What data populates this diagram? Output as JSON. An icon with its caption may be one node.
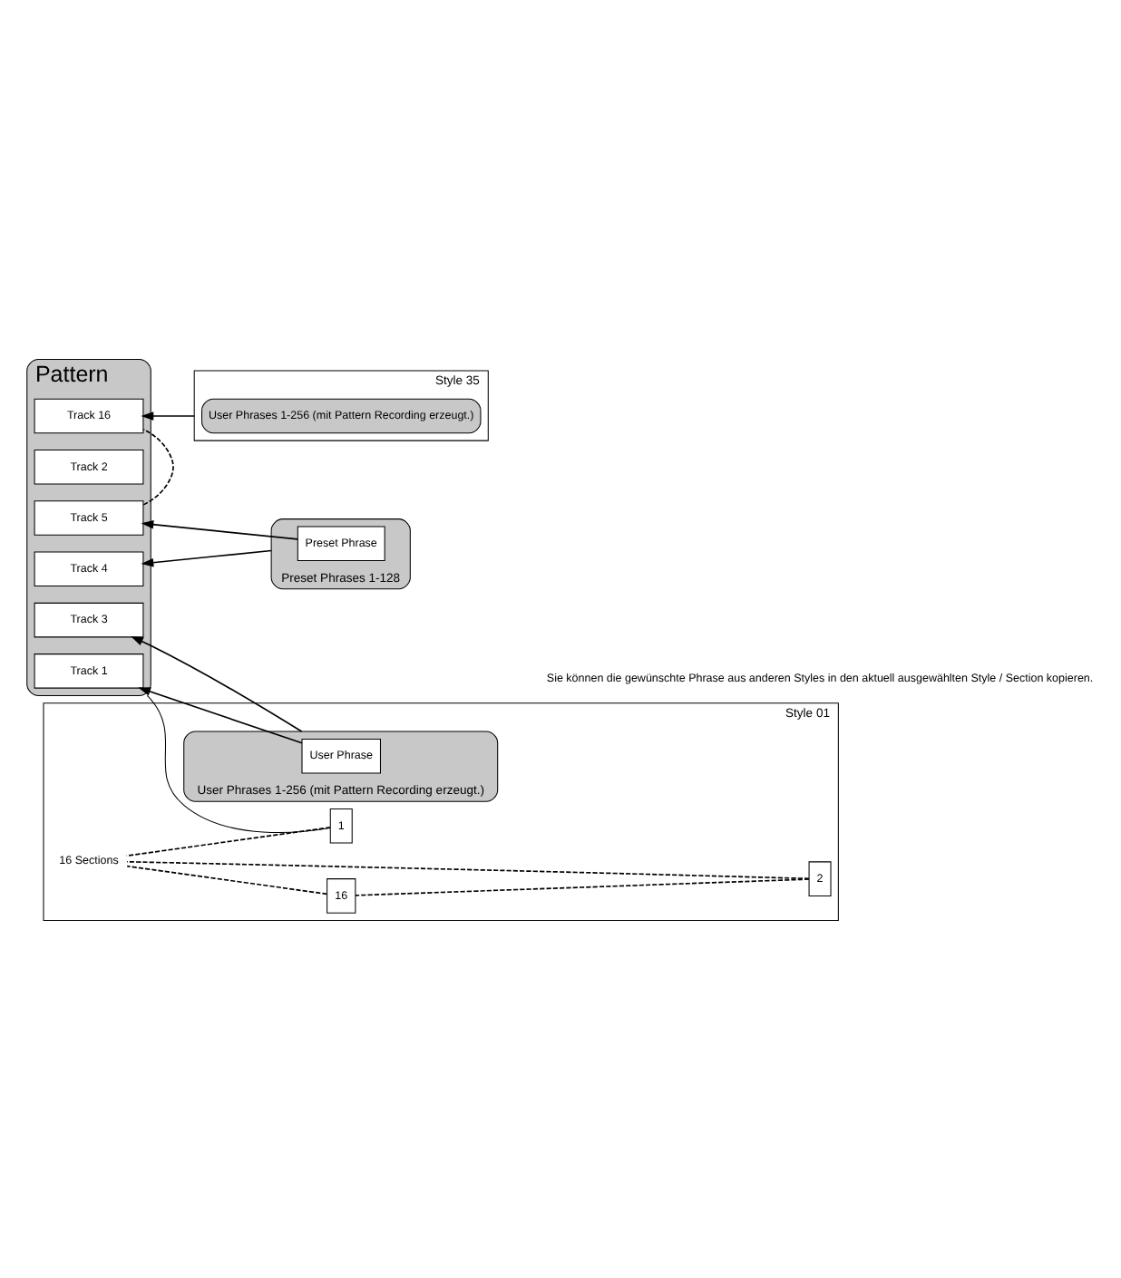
{
  "diagram": {
    "nodes": [
      {
        "text": [
          "Style 35"
        ]
      },
      {
        "text": [
          "User Phrases 1-256 (mit Pattern Recording erzeugt.)"
        ],
        "in": 0
      },
      {
        "text": [
          "Style 01"
        ]
      },
      {
        "text": [
          "1"
        ],
        "in": 2
      },
      {
        "text": [
          "2"
        ],
        "in": 2
      },
      {
        "text": [
          "16"
        ],
        "in": 2
      },
      {
        "text": [
          "16 Sections"
        ],
        "in": 2
      },
      {
        "text": [
          "User Phrases 1-256 (mit Pattern Recording erzeugt.)"
        ],
        "in": 2
      },
      {
        "text": [
          "User Phrase"
        ],
        "in": 7
      },
      {
        "text": [
          "Pattern"
        ]
      },
      {
        "text": [
          "Track 1"
        ],
        "in": 9
      },
      {
        "text": [
          "Track 2"
        ],
        "in": 9
      },
      {
        "text": [
          "Track 3"
        ],
        "in": 9
      },
      {
        "text": [
          "Track 4"
        ],
        "in": 9
      },
      {
        "text": [
          "Track 5"
        ],
        "in": 9
      },
      {
        "text": [
          "Track 16"
        ],
        "in": 9
      },
      {
        "text": [
          "Preset Phrases 1-128"
        ]
      },
      {
        "text": [
          "Preset Phrase"
        ],
        "in": 16
      }
    ],
    "edges": [
      {
        "from": 4,
        "to": 5,
        "arrow": "none",
        "style": "dashed"
      },
      {
        "from": 3,
        "to": 6,
        "arrow": "none",
        "style": "dashed"
      },
      {
        "from": 4,
        "to": 6,
        "arrow": "none",
        "style": "dashed"
      },
      {
        "from": 5,
        "to": 6,
        "arrow": "none",
        "style": "dashed"
      },
      {
        "from": 3,
        "to": 9,
        "arrow": "none"
      },
      {
        "from": 8,
        "to": 10,
        "arrow": "to"
      },
      {
        "from": 7,
        "to": 12,
        "arrow": "to"
      },
      {
        "from": 16,
        "to": 13,
        "arrow": "to"
      },
      {
        "from": 17,
        "to": 14,
        "arrow": "to"
      },
      {
        "from": 0,
        "to": 15,
        "arrow": "to"
      },
      {
        "from": 14,
        "to": 15,
        "arrow": "none",
        "style": "dashed"
      }
    ],
    "labels": [
      "Sie können die gewünschte Phrase aus anderen Styles in den aktuell ausgewählten Style / Section kopieren."
    ]
  }
}
